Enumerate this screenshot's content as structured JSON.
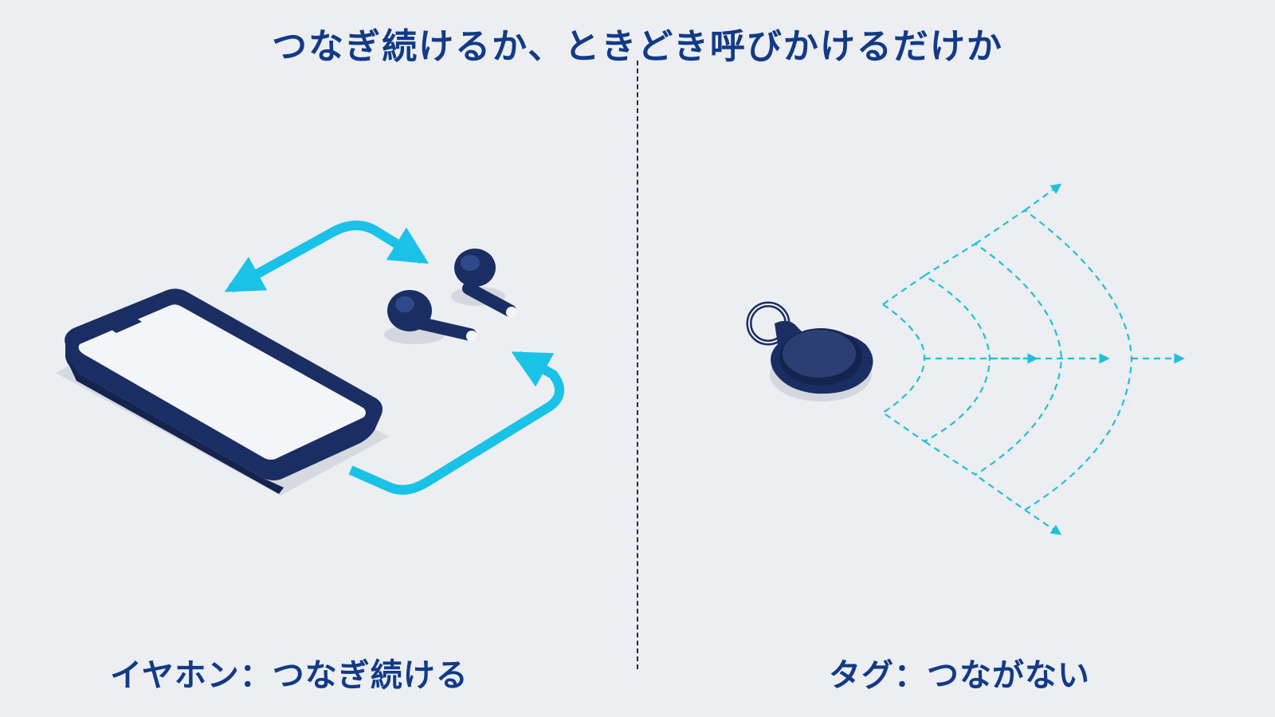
{
  "title": "つなぎ続けるか、ときどき呼びかけるだけか",
  "left_panel": {
    "caption": "イヤホン：つなぎ続ける"
  },
  "right_panel": {
    "caption": "タグ：つながない"
  },
  "colors": {
    "background": "#eceef1",
    "navy": "#1b2e63",
    "cyan_accent": "#19c2e6",
    "title_blue": "#123a86"
  },
  "icons": [
    "smartphone-icon",
    "earbuds-icon",
    "bidirectional-arrows-icon",
    "key-tag-icon",
    "signal-waves-icon"
  ]
}
